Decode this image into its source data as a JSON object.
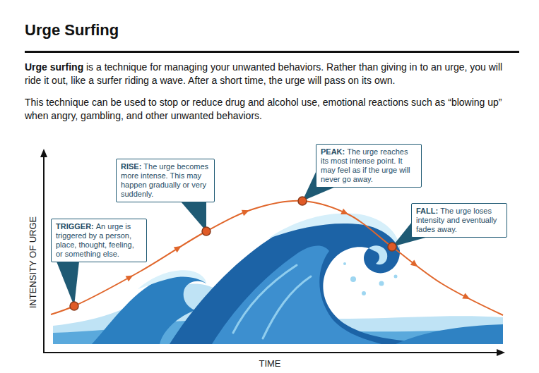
{
  "diagram": {
    "title": "Urge Surfing",
    "nodes": [
      {
        "text": [
          "TRIGGER:",
          "An urge is triggered by a person, place, thought, feeling, or something else."
        ]
      },
      {
        "text": [
          "RISE:",
          "The urge becomes more intense. This may happen gradually or very suddenly."
        ]
      },
      {
        "text": [
          "PEAK:",
          "The urge reaches its most intense point. It may feel as if the urge will never go away."
        ]
      },
      {
        "text": [
          "FALL:",
          "The urge loses intensity and eventually fades away."
        ]
      }
    ],
    "labels": [
      "Urge surfing",
      "is a technique for managing your unwanted behaviors. Rather than giving in to an urge, you will ride it out, like a surfer riding a wave. After a short time, the urge will pass on its own.",
      "This technique can be used to stop or reduce drug and alcohol use, emotional reactions such as “blowing up” when angry, gambling, and other unwanted behaviors.",
      "INTENSITY OF URGE",
      "TIME"
    ]
  }
}
